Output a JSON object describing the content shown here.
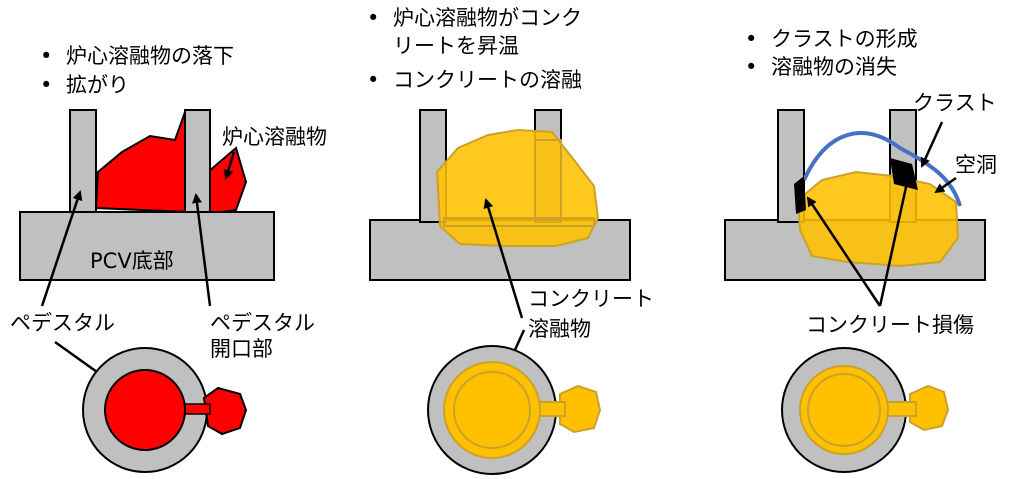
{
  "colors": {
    "structure": "#c0c0c0",
    "corium": "#ff0000",
    "concrete_melt": "#ffc000",
    "melt_outline": "#c9a227",
    "void_outline": "#4472c4",
    "crust": "#000000"
  },
  "panel1": {
    "bullets": [
      "炉心溶融物の落下",
      "拡がり"
    ],
    "label_corium": "炉心溶融物",
    "label_floor": "PCV底部",
    "label_pedestal": "ペデスタル",
    "label_opening_line1": "ペデスタル",
    "label_opening_line2": "開口部"
  },
  "panel2": {
    "bullet1_line1": "炉心溶融物がコンク",
    "bullet1_line2": "リートを昇温",
    "bullet2": "コンクリートの溶融",
    "label_melt_line1": "コンクリート",
    "label_melt_line2": "溶融物"
  },
  "panel3": {
    "bullets": [
      "クラストの形成",
      "溶融物の消失"
    ],
    "label_crust": "クラスト",
    "label_void": "空洞",
    "label_damage": "コンクリート損傷"
  }
}
